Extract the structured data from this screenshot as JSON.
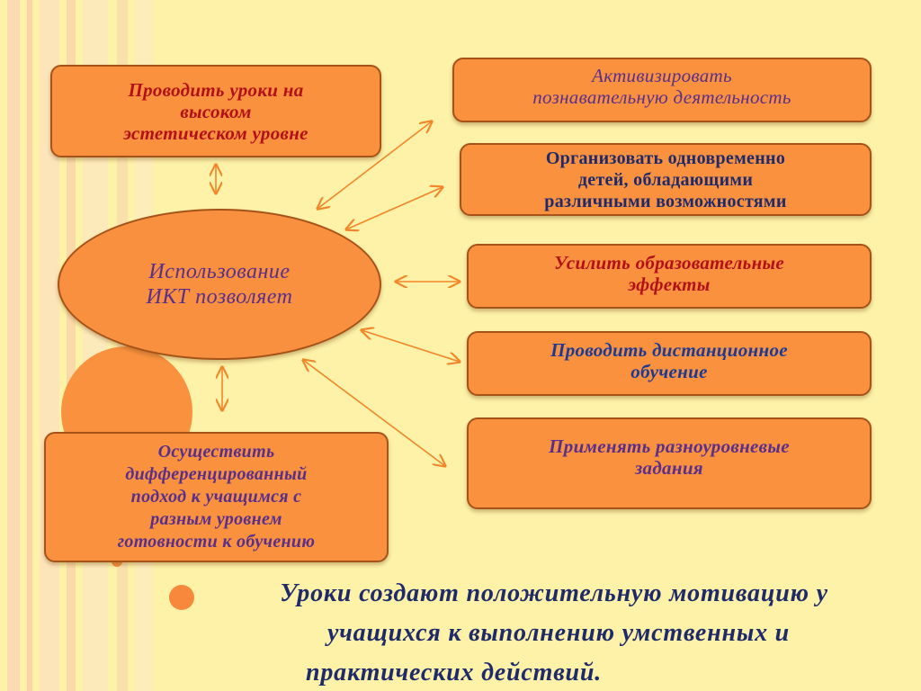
{
  "center": {
    "line1": "Использование",
    "line2": "ИКТ  позволяет"
  },
  "left_boxes": {
    "top": {
      "lines": [
        "Проводить  уроки  на",
        "высоком",
        "эстетическом  уровне"
      ]
    },
    "bottom": {
      "lines": [
        "Осуществить",
        "дифференцированный",
        "подход  к  учащимся  с",
        "разным  уровнем",
        "готовности  к  обучению"
      ]
    }
  },
  "right_boxes": [
    {
      "lines": [
        "Активизировать",
        "познавательную  деятельность"
      ]
    },
    {
      "lines": [
        "Организовать  одновременно",
        "детей,  обладающими",
        "различными  возможностями"
      ]
    },
    {
      "lines": [
        "Усилить  образовательные",
        "эффекты"
      ]
    },
    {
      "lines": [
        "Проводить  дистанционное",
        "обучение"
      ]
    },
    {
      "lines": [
        "Применять  разноуровневые",
        "задания"
      ]
    }
  ],
  "conclusion": {
    "line1": "Уроки  создают  положительную  мотивацию  у",
    "line2": "учащихся  к  выполнению  умственных   и",
    "line3": "практических   действий."
  },
  "colors": {
    "background": "#fdf2a8",
    "box_fill": "#f9913f",
    "box_border": "#a55318",
    "arrow": "#f2862a"
  }
}
